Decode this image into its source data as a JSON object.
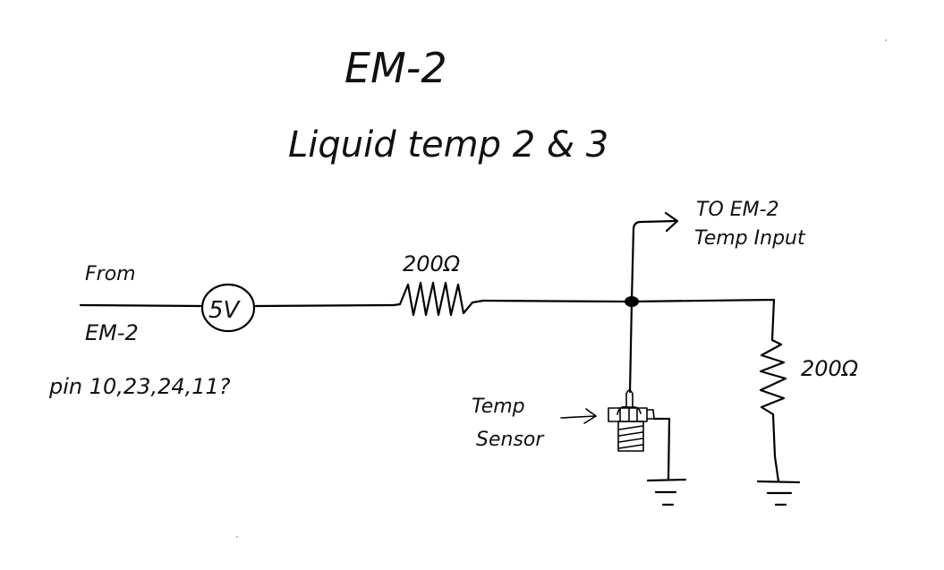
{
  "title": "EM-2",
  "subtitle": "Liquid temp 2 & 3",
  "source": {
    "label_top": "From",
    "label_bottom": "EM-2",
    "voltage": "5V",
    "pins": "pin 10,23,24,11?"
  },
  "resistor_series": {
    "value": "200Ω"
  },
  "resistor_shunt": {
    "value": "200Ω"
  },
  "output": {
    "line1": "TO EM-2",
    "line2": "Temp Input"
  },
  "sensor": {
    "line1": "Temp",
    "line2": "Sensor"
  },
  "colors": {
    "ink": "#000000",
    "paper": "#ffffff"
  }
}
